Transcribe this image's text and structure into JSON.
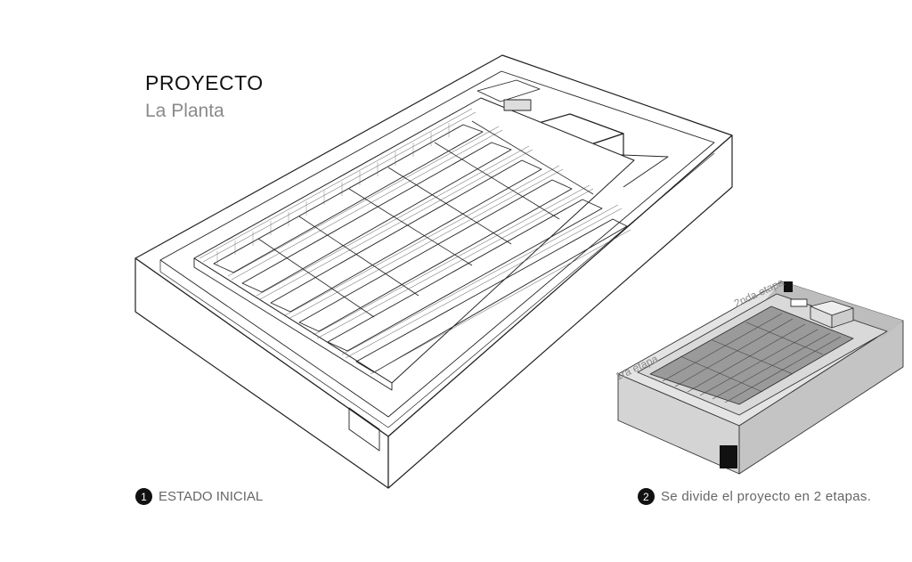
{
  "header": {
    "title": "PROYECTO",
    "subtitle": "La Planta"
  },
  "captions": [
    {
      "number": "1",
      "text": "ESTADO INICIAL"
    },
    {
      "number": "2",
      "text": "Se divide el proyecto en 2 etapas."
    }
  ],
  "stage_labels": {
    "first": "1ra etapa",
    "second": "2nda etapa"
  }
}
